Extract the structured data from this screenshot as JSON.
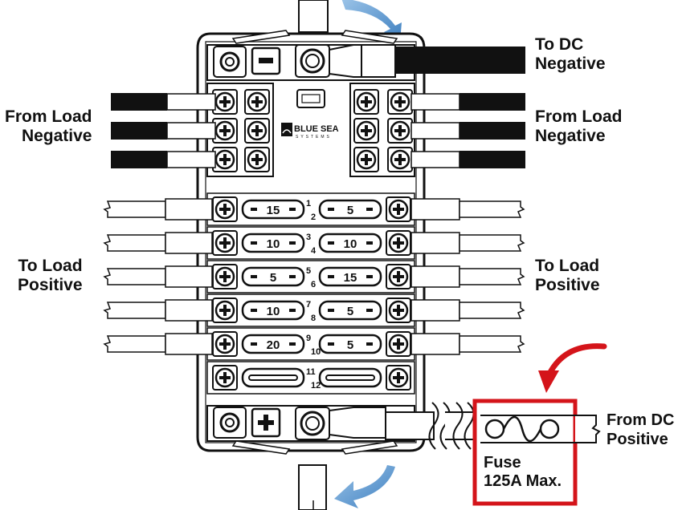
{
  "labels": {
    "to_dc_negative": [
      "To DC",
      "Negative"
    ],
    "from_load_negative_left": [
      "From Load",
      "Negative"
    ],
    "from_load_negative_right": [
      "From Load",
      "Negative"
    ],
    "to_load_positive_left": [
      "To Load",
      "Positive"
    ],
    "to_load_positive_right": [
      "To Load",
      "Positive"
    ],
    "from_dc_positive": [
      "From DC",
      "Positive"
    ]
  },
  "fuse_callout": {
    "line1": "Fuse",
    "line2": "125A Max."
  },
  "brand": "BLUE SEA",
  "brand_sub": "SYSTEMS",
  "fuses": [
    {
      "pos": "1",
      "rating": "15"
    },
    {
      "pos": "2",
      "rating": "5"
    },
    {
      "pos": "3",
      "rating": "10"
    },
    {
      "pos": "4",
      "rating": "10"
    },
    {
      "pos": "5",
      "rating": "5"
    },
    {
      "pos": "6",
      "rating": "15"
    },
    {
      "pos": "7",
      "rating": "10"
    },
    {
      "pos": "8",
      "rating": "5"
    },
    {
      "pos": "9",
      "rating": "20"
    },
    {
      "pos": "10",
      "rating": "5"
    },
    {
      "pos": "11",
      "rating": ""
    },
    {
      "pos": "12",
      "rating": ""
    }
  ],
  "colors": {
    "accent": "#d4141a",
    "arrow": "#4f8fc9",
    "line": "#111111"
  }
}
